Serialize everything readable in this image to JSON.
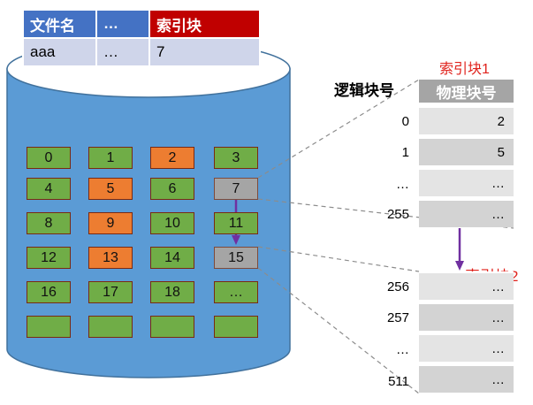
{
  "file_table": {
    "headers": [
      "文件名",
      "…",
      "索引块"
    ],
    "row": [
      "aaa",
      "…",
      "7"
    ]
  },
  "disk_blocks": [
    {
      "label": "0",
      "color": "green"
    },
    {
      "label": "1",
      "color": "green"
    },
    {
      "label": "2",
      "color": "orange"
    },
    {
      "label": "3",
      "color": "green"
    },
    {
      "label": "4",
      "color": "green"
    },
    {
      "label": "5",
      "color": "orange"
    },
    {
      "label": "6",
      "color": "green"
    },
    {
      "label": "7",
      "color": "gray"
    },
    {
      "label": "8",
      "color": "green"
    },
    {
      "label": "9",
      "color": "orange"
    },
    {
      "label": "10",
      "color": "green"
    },
    {
      "label": "11",
      "color": "green"
    },
    {
      "label": "12",
      "color": "green"
    },
    {
      "label": "13",
      "color": "orange"
    },
    {
      "label": "14",
      "color": "green"
    },
    {
      "label": "15",
      "color": "gray"
    },
    {
      "label": "16",
      "color": "green"
    },
    {
      "label": "17",
      "color": "green"
    },
    {
      "label": "18",
      "color": "green"
    },
    {
      "label": "…",
      "color": "green"
    },
    {
      "label": "",
      "color": "green"
    },
    {
      "label": "",
      "color": "green"
    },
    {
      "label": "",
      "color": "green"
    },
    {
      "label": "",
      "color": "green"
    }
  ],
  "index_block_1": {
    "title": "索引块1",
    "col_logical": "逻辑块号",
    "col_physical": "物理块号",
    "rows": [
      {
        "logical": "0",
        "physical": "2"
      },
      {
        "logical": "1",
        "physical": "5"
      },
      {
        "logical": "…",
        "physical": "…"
      },
      {
        "logical": "255",
        "physical": "…"
      }
    ]
  },
  "index_block_2": {
    "title": "索引块2",
    "rows": [
      {
        "logical": "256",
        "physical": "…"
      },
      {
        "logical": "257",
        "physical": "…"
      },
      {
        "logical": "…",
        "physical": "…"
      },
      {
        "logical": "511",
        "physical": "…"
      }
    ]
  },
  "colors": {
    "header_blue": "#4472c4",
    "header_red": "#c00000",
    "disk_blue": "#5b9bd5",
    "block_green": "#70ad47",
    "block_orange": "#ed7d31",
    "block_gray": "#a5a5a5",
    "arrow_purple": "#7030a0",
    "label_red": "#e0221c"
  }
}
